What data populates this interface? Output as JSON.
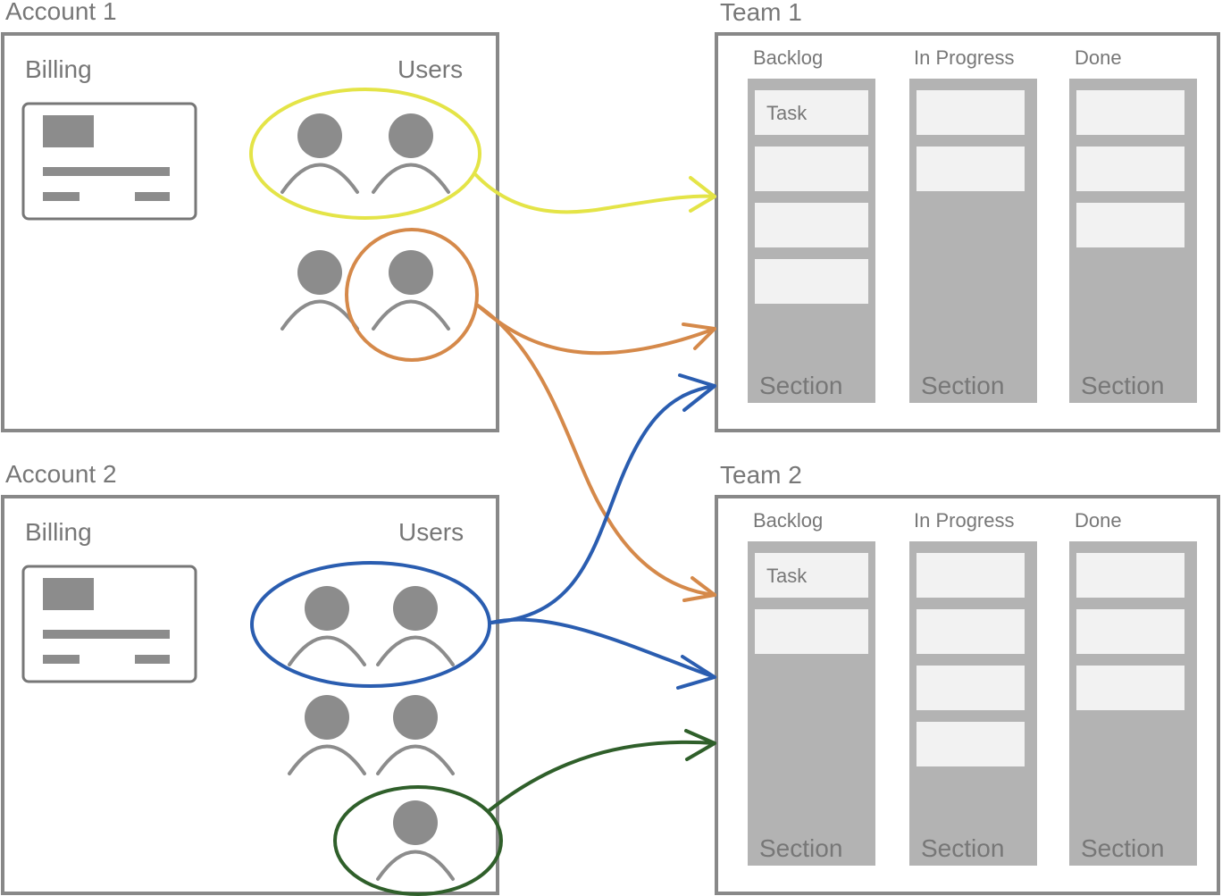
{
  "accounts": [
    {
      "title": "Account 1",
      "billing_label": "Billing",
      "users_label": "Users",
      "card_icon": "credit-card-icon",
      "user_icon": "user-icon"
    },
    {
      "title": "Account 2",
      "billing_label": "Billing",
      "users_label": "Users",
      "card_icon": "credit-card-icon",
      "user_icon": "user-icon"
    }
  ],
  "teams": [
    {
      "title": "Team 1",
      "columns": [
        {
          "header": "Backlog",
          "first_task": "Task",
          "task_count": 4,
          "footer": "Section"
        },
        {
          "header": "In Progress",
          "first_task": "",
          "task_count": 2,
          "footer": "Section"
        },
        {
          "header": "Done",
          "first_task": "",
          "task_count": 3,
          "footer": "Section"
        }
      ]
    },
    {
      "title": "Team 2",
      "columns": [
        {
          "header": "Backlog",
          "first_task": "Task",
          "task_count": 2,
          "footer": "Section"
        },
        {
          "header": "In Progress",
          "first_task": "",
          "task_count": 4,
          "footer": "Section"
        },
        {
          "header": "Done",
          "first_task": "",
          "task_count": 3,
          "footer": "Section"
        }
      ]
    }
  ],
  "colors": {
    "box_border": "#888888",
    "icon_gray": "#8c8c8c",
    "column_bg": "#b3b3b3",
    "task_bg": "#f2f2f2",
    "group_yellow": "#e4e447",
    "group_orange": "#d5894a",
    "group_blue": "#2a5db0",
    "group_green": "#2f5f2a"
  }
}
